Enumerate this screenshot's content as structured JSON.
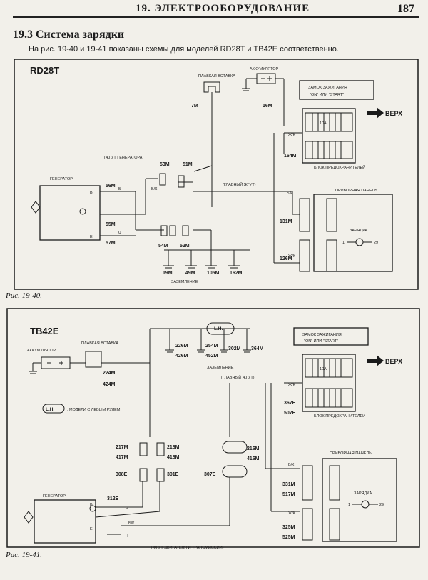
{
  "header": {
    "chapter": "19. ЭЛЕКТРООБОРУДОВАНИЕ",
    "page_number": "187"
  },
  "section": {
    "title": "19.3 Система зарядки",
    "intro": "На рис. 19-40 и 19-41 показаны схемы для моделей RD28T и TB42E соответственно."
  },
  "figure1": {
    "caption": "Рис. 19-40.",
    "model": "RD28T",
    "fusible_link": "ПЛАВКАЯ ВСТАВКА",
    "battery": "АККУМУЛЯТОР",
    "ignition_switch": "ЗАМОК ЗАЖИГАНИЯ",
    "ignition_pos": "\"ON\" ИЛИ \"START\"",
    "up": "ВЕРХ",
    "generator_harness": "(ЖГУТ ГЕНЕРАТОРА)",
    "main_harness": "(ГЛАВНЫЙ ЖГУТ)",
    "generator": "ГЕНЕРАТОР",
    "fuse_block": "БЛОК ПРЕДОХРАНИТЕЛЕЙ",
    "instrument_panel": "ПРИБОРНАЯ ПАНЕЛЬ",
    "charge": "ЗАРЯДКА",
    "ground": "ЗАЗЕМЛЕНИЕ",
    "fuse_rating": "10A",
    "term_1": "1",
    "term_29": "29",
    "pin_b": "В",
    "pin_e": "Е",
    "wire_b": "Б",
    "wire_ch": "Ч",
    "wire_bk": "Б/К",
    "wire_zhk": "Ж/К",
    "connectors": {
      "c7m": "7M",
      "c16m": "16M",
      "c164m": "164M",
      "c53m": "53M",
      "c51m": "51M",
      "c56m": "56M",
      "c55m": "55M",
      "c57m": "57M",
      "c54m": "54M",
      "c52m": "52M",
      "c131m": "131M",
      "c126m": "126M",
      "g19m": "19M",
      "g49m": "49M",
      "g105m": "105M",
      "g162m": "162M"
    }
  },
  "figure2": {
    "caption": "Рис. 19-41.",
    "model": "TB42E",
    "battery": "АККУМУЛЯТОР",
    "fusible_link": "ПЛАВКАЯ ВСТАВКА",
    "lh_badge": "L.H.",
    "lh_note": ": МОДЕЛИ С ЛЕВЫМ РУЛЕМ",
    "ground": "ЗАЗЕМЛЕНИЕ",
    "main_harness": "(ГЛАВНЫЙ ЖГУТ)",
    "ignition_switch": "ЗАМОК ЗАЖИГАНИЯ",
    "ignition_pos": "\"ON\" ИЛИ \"START\"",
    "up": "ВЕРХ",
    "fuse_block": "БЛОК ПРЕДОХРАНИТЕЛЕЙ",
    "instrument_panel": "ПРИБОРНАЯ ПАНЕЛЬ",
    "charge": "ЗАРЯДКА",
    "generator": "ГЕНЕРАТОР",
    "engine_harness": "(ЖГУТ ДВИГАТЕЛЯ И ТРАНСМИССИИ)",
    "fuse_rating": "10A",
    "term_1": "1",
    "term_29": "29",
    "pin_b": "В",
    "pin_e": "Е",
    "wire_b": "Б",
    "wire_ch": "Ч",
    "wire_bk": "Б/К",
    "wire_zhk": "Ж/К",
    "connectors": {
      "c224m": "224M",
      "c424m": "424M",
      "c217m": "217M",
      "c417m": "417M",
      "c218m": "218M",
      "c418m": "418M",
      "c308e": "308E",
      "c301e": "301E",
      "c312e": "312E",
      "c216m": "216M",
      "c416m": "416M",
      "c307e": "307E",
      "c367e": "367E",
      "c507e": "507E",
      "c331m": "331M",
      "c517m": "517M",
      "c325m": "325M",
      "c525m": "525M",
      "g226m": "226M",
      "g426m": "426M",
      "g254m": "254M",
      "g452m": "452M",
      "g302m": "302M",
      "g364m": "364M"
    }
  }
}
